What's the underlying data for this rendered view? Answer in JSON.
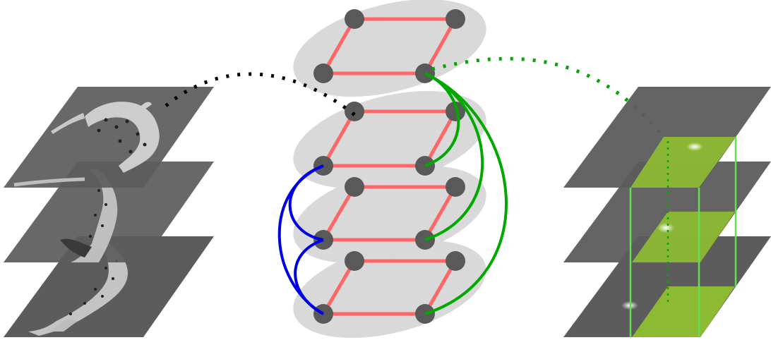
{
  "figure": {
    "panels": [
      {
        "name": "input-frames",
        "frames": 3,
        "content": "dalmatian-dog-frames"
      },
      {
        "name": "keypoint-graph",
        "layers": 4,
        "nodes_per_layer": 4
      },
      {
        "name": "heatmap-frames",
        "frames": 3
      }
    ],
    "colors": {
      "plane": "#5a5a5a",
      "graph_ellipse": "#d9d9d9",
      "node": "#595959",
      "spatial_edge": "#ff6666",
      "temporal_edge_blue": "#0000e6",
      "temporal_edge_green": "#00a800",
      "input_link": "#000000",
      "output_link": "#00a800",
      "heatmap_region": "#8fbf30",
      "heatmap_outline": "#66dd55"
    }
  }
}
